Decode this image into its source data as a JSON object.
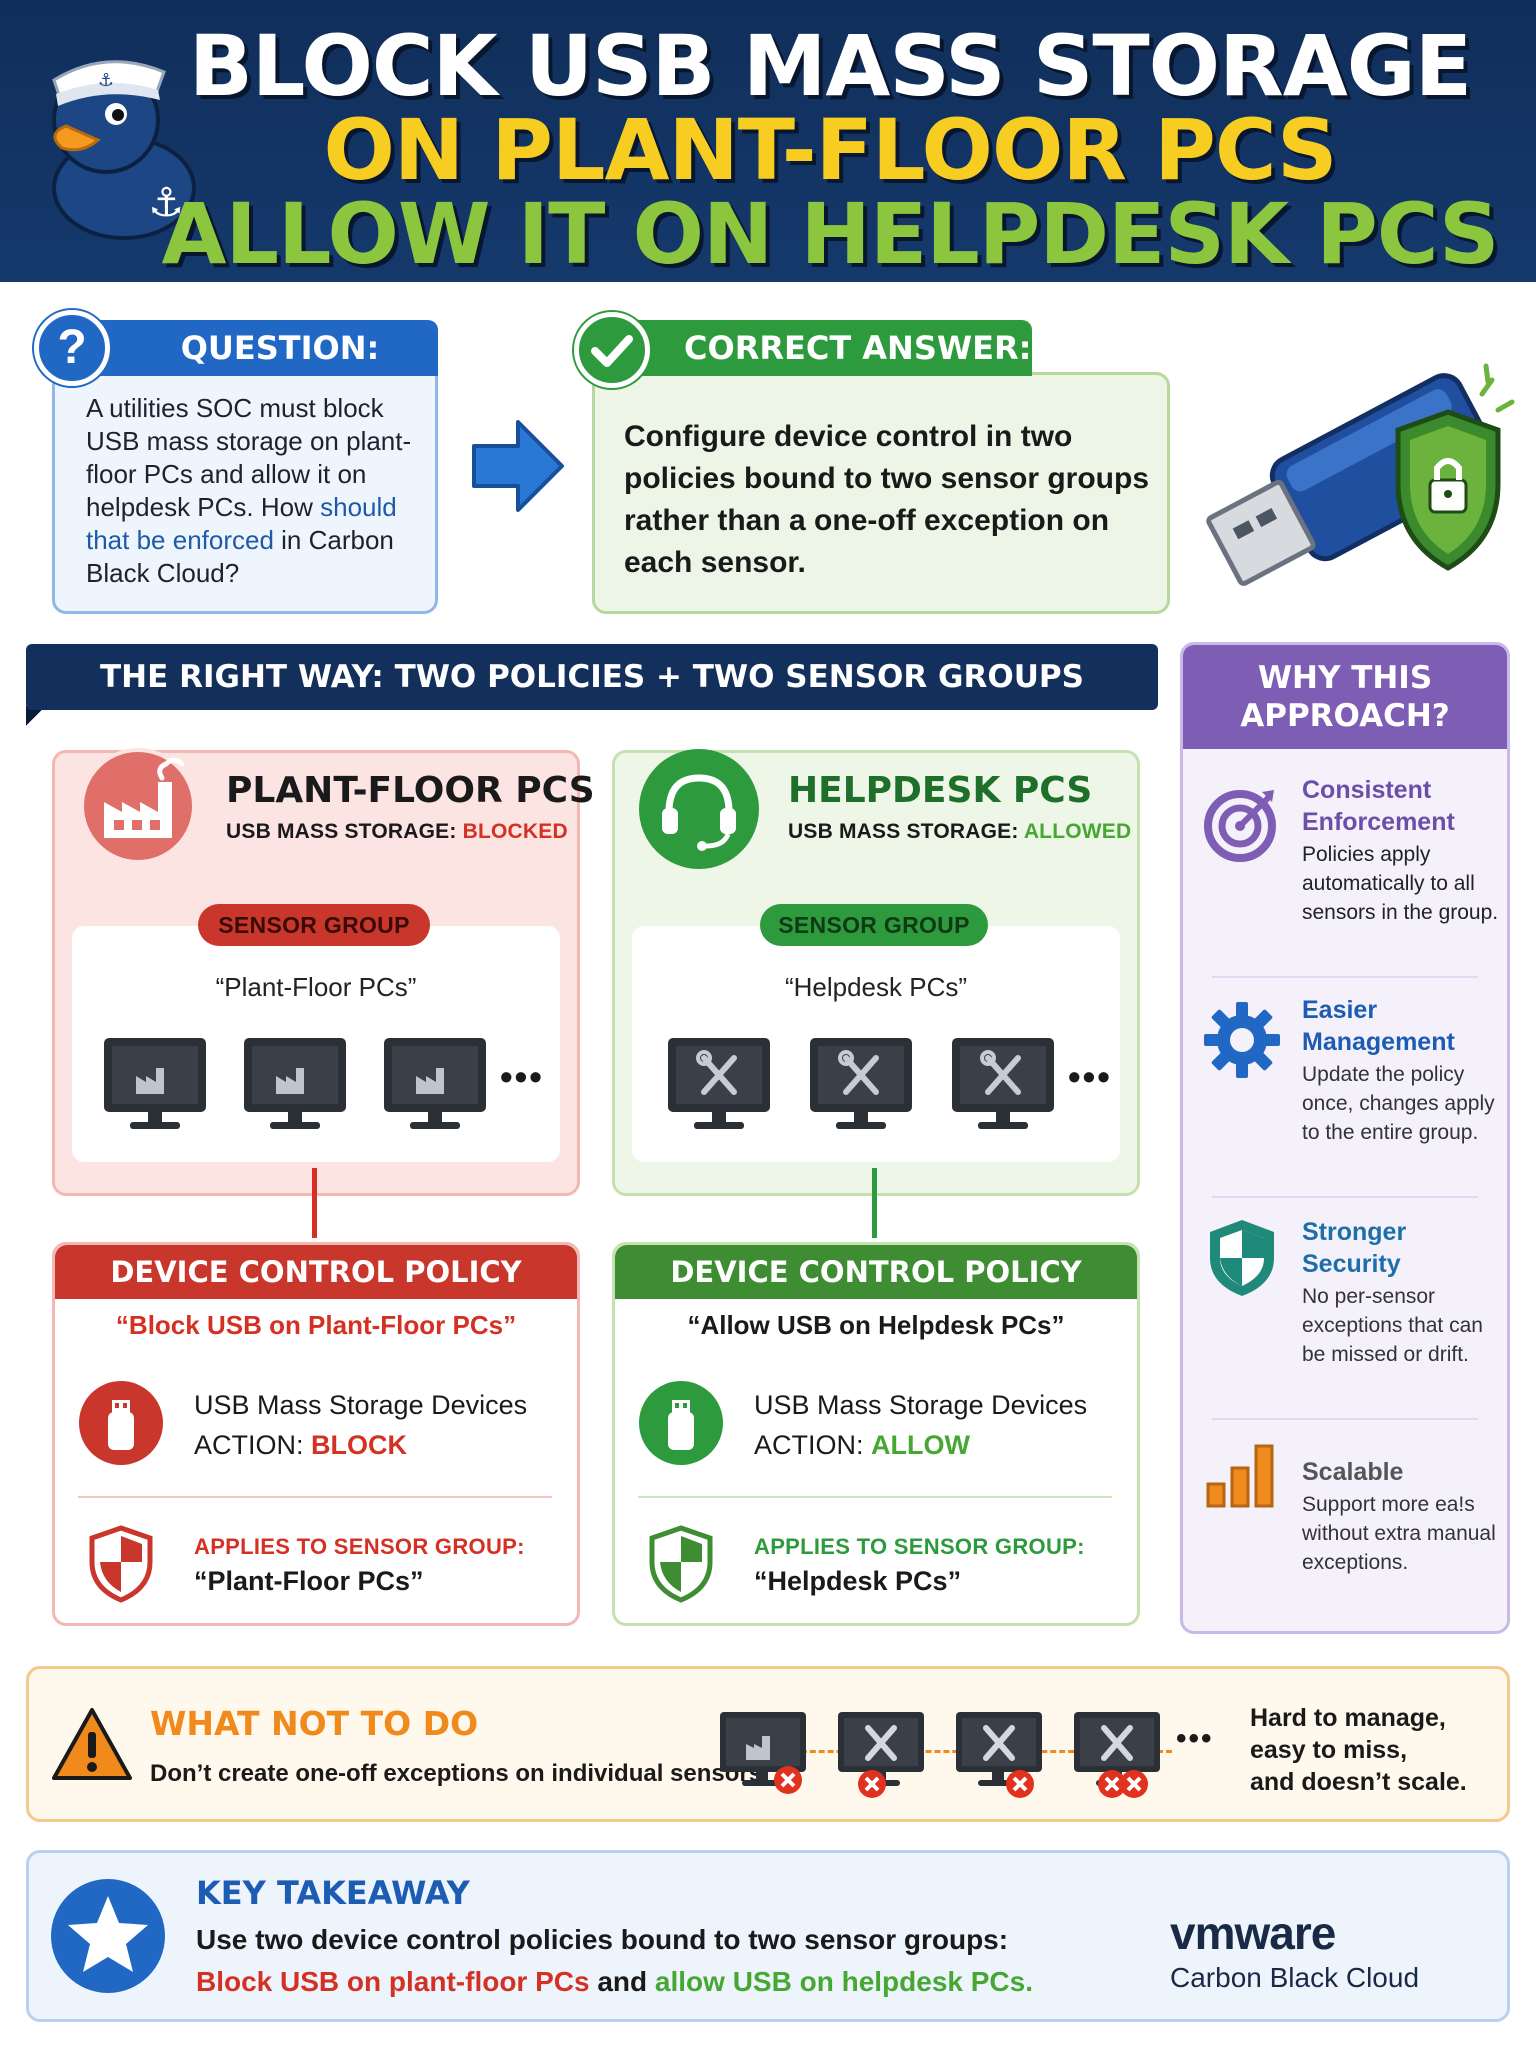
{
  "header": {
    "line1": "BLOCK USB MASS STORAGE",
    "line2": "ON PLANT-FLOOR PCS",
    "line3": "ALLOW IT ON HELPDESK PCS"
  },
  "question": {
    "label": "QUESTION:",
    "text_a": "A utilities SOC must block USB mass storage on plant-floor PCs and allow it on helpdesk PCs. How",
    "text_b": "should that be enforced",
    "text_c": "in Carbon Black Cloud?"
  },
  "answer": {
    "label": "CORRECT ANSWER:",
    "text": "Configure device control in two policies bound to two sensor groups rather than a one-off exception on each sensor."
  },
  "right_way": {
    "title": "THE RIGHT WAY: TWO POLICIES + TWO SENSOR GROUPS"
  },
  "plant_floor": {
    "title": "PLANT-FLOOR PCS",
    "sub_label": "USB MASS STORAGE:",
    "sub_status": "BLOCKED",
    "pill": "SENSOR GROUP",
    "group_name": "“Plant-Floor PCs”",
    "more": "•••"
  },
  "helpdesk": {
    "title": "HELPDESK PCS",
    "sub_label": "USB MASS STORAGE:",
    "sub_status": "ALLOWED",
    "pill": "SENSOR GROUP",
    "group_name": "“Helpdesk PCs”",
    "more": "•••"
  },
  "policy_block": {
    "header": "DEVICE CONTROL POLICY",
    "name": "“Block USB on Plant-Floor PCs”",
    "devices": "USB Mass Storage Devices",
    "action_label": "ACTION:",
    "action_value": "BLOCK",
    "applies_label": "APPLIES TO SENSOR GROUP:",
    "applies_value": "“Plant-Floor PCs”"
  },
  "policy_allow": {
    "header": "DEVICE CONTROL POLICY",
    "name": "“Allow USB on Helpdesk PCs”",
    "devices": "USB Mass Storage Devices",
    "action_label": "ACTION:",
    "action_value": "ALLOW",
    "applies_label": "APPLIES TO SENSOR GROUP:",
    "applies_value": "“Helpdesk PCs”"
  },
  "why": {
    "title_line1": "WHY THIS",
    "title_line2": "APPROACH?",
    "items": [
      {
        "title_a": "Consistent",
        "title_b": "Enforcement",
        "text": "Policies apply automatically to all sensors in the group."
      },
      {
        "title_a": "Easier",
        "title_b": "Management",
        "text": "Update the policy once, changes apply to the entire group."
      },
      {
        "title_a": "Stronger",
        "title_b": "Security",
        "text": "No per-sensor exceptions that can be missed or drift."
      },
      {
        "title_a": "Scalable",
        "title_b": "",
        "text": "Support more ea!s without extra manual exceptions."
      }
    ]
  },
  "what_not": {
    "title": "WHAT NOT TO DO",
    "text": "Don’t create one-off exceptions on individual sensors.",
    "right_line1": "Hard to manage,",
    "right_line2": "easy to miss,",
    "right_line3": "and doesn’t scale.",
    "more": "•••"
  },
  "takeaway": {
    "title": "KEY TAKEAWAY",
    "line1": "Use two device control policies bound to two sensor groups:",
    "part_block": "Block USB on plant-floor PCs",
    "part_and": " and ",
    "part_allow": "allow USB on helpdesk PCs",
    "part_end": "."
  },
  "brand": {
    "logo": "vmware",
    "product": "Carbon Black Cloud"
  },
  "colors": {
    "navy": "#132f5c",
    "blue": "#2068c4",
    "red": "#d43124",
    "green": "#2e9a3e",
    "purple": "#7e5db5",
    "orange": "#f18a1c",
    "yellow": "#f7cd22"
  }
}
